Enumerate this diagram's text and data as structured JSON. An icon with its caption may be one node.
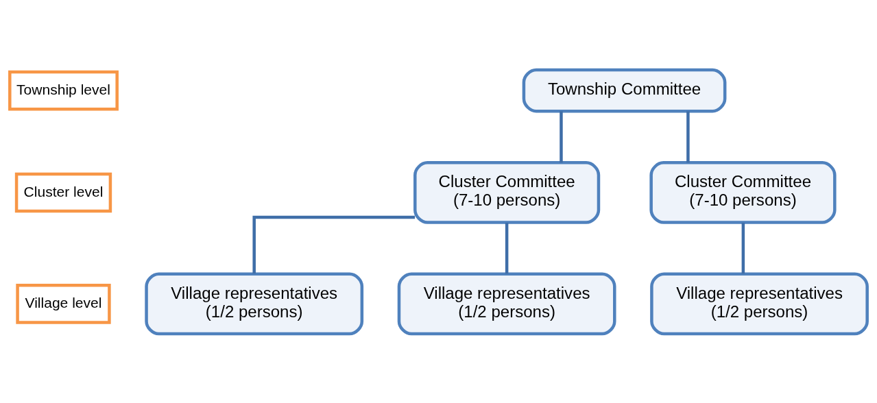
{
  "diagram": {
    "nodes": [
      {
        "text": [
          "Township level"
        ]
      },
      {
        "text": [
          "Cluster level"
        ]
      },
      {
        "text": [
          "Village level"
        ]
      },
      {
        "text": [
          "Township Committee"
        ]
      },
      {
        "text": [
          "Cluster Committee",
          "(7-10 persons)"
        ]
      },
      {
        "text": [
          "Cluster Committee",
          "(7-10 persons)"
        ]
      },
      {
        "text": [
          "Village representatives",
          "(1/2 persons)"
        ]
      },
      {
        "text": [
          "Village representatives",
          "(1/2 persons)"
        ]
      },
      {
        "text": [
          "Village representatives",
          "(1/2 persons)"
        ]
      }
    ],
    "edges": [
      {
        "from": 3,
        "to": 4,
        "arrow": "none"
      },
      {
        "from": 3,
        "to": 5,
        "arrow": "none"
      },
      {
        "from": 4,
        "to": 6,
        "arrow": "none"
      },
      {
        "from": 4,
        "to": 7,
        "arrow": "none"
      },
      {
        "from": 5,
        "to": 8,
        "arrow": "none"
      }
    ]
  }
}
